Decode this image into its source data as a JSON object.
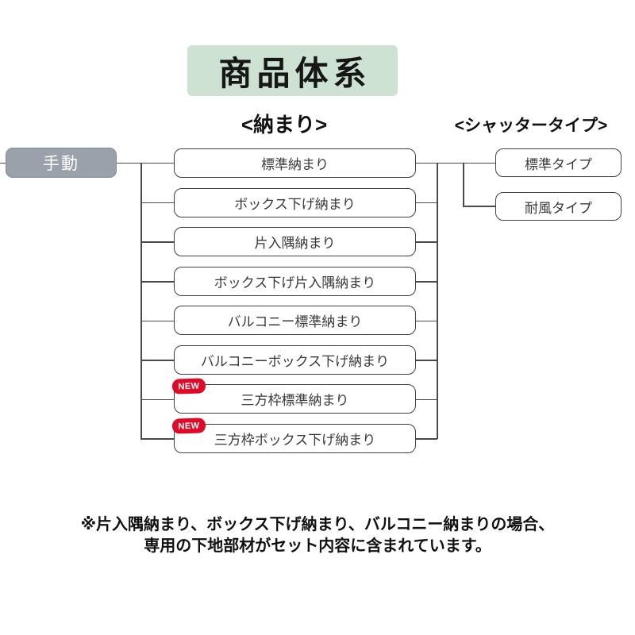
{
  "title": "商品体系",
  "headers": {
    "osamari": "<納まり>",
    "shutter_type": "<シャッタータイプ>"
  },
  "root": {
    "label": "手動"
  },
  "osamari_items": [
    {
      "label": "標準納まり",
      "new": false
    },
    {
      "label": "ボックス下げ納まり",
      "new": false
    },
    {
      "label": "片入隅納まり",
      "new": false
    },
    {
      "label": "ボックス下げ片入隅納まり",
      "new": false
    },
    {
      "label": "バルコニー標準納まり",
      "new": false
    },
    {
      "label": "バルコニーボックス下げ納まり",
      "new": false
    },
    {
      "label": "三方枠標準納まり",
      "new": true
    },
    {
      "label": "三方枠ボックス下げ納まり",
      "new": true
    }
  ],
  "new_badge_label": "NEW",
  "shutter_items": [
    {
      "label": "標準タイプ"
    },
    {
      "label": "耐風タイプ"
    }
  ],
  "note_lines": [
    "※片入隅納まり、ボックス下げ納まり、バルコニー納まりの場合、",
    "専用の下地部材がセット内容に含まれています。"
  ],
  "colors": {
    "title_bg": "#cee2d3",
    "root_bg": "#9aa1ab",
    "new_badge": "#e00a28",
    "line": "#4a4a4a"
  }
}
